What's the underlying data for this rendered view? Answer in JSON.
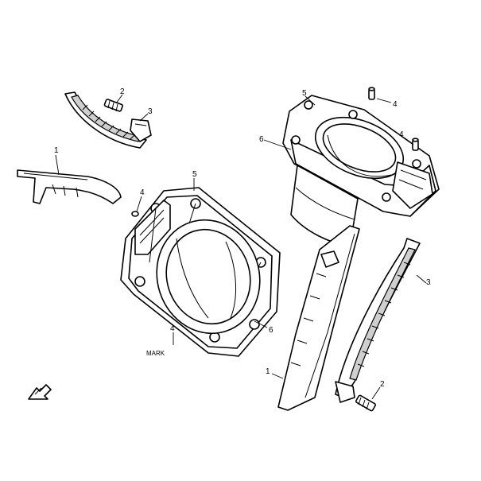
{
  "callouts": {
    "guide_top_1": "1",
    "bolt_top_2": "2",
    "tensioner_top_3": "3",
    "dowel_mid_4": "4",
    "gasket_base_5": "5",
    "dowel_lower_4": "4",
    "gasket_base_6": "6",
    "cylinder_5": "5",
    "cylinder_6": "6",
    "dowel_right_a_4": "4",
    "dowel_right_b_4": "4",
    "tensioner_right_3": "3",
    "guide_right_1": "1",
    "bolt_right_2": "2"
  },
  "mark_label": "MARK",
  "icons": {
    "orientation": "front-arrow-icon"
  }
}
